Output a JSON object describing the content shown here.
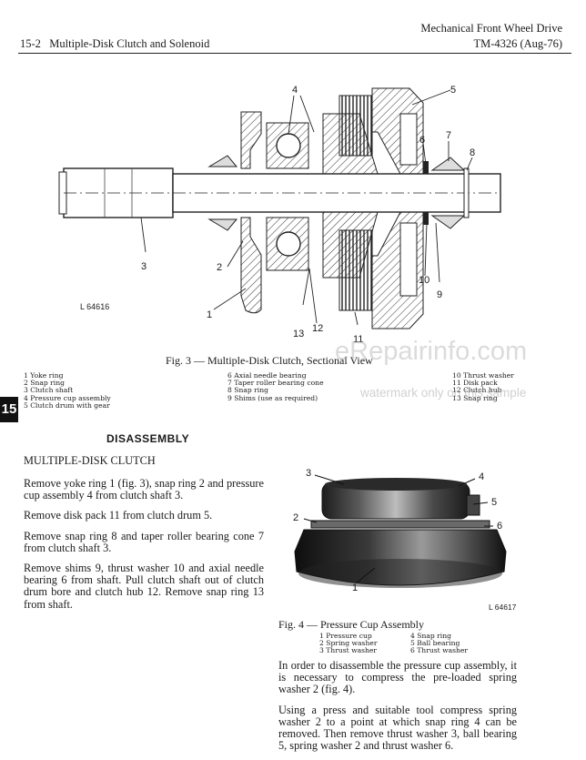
{
  "header": {
    "section": "Mechanical Front Wheel Drive",
    "page_title": "15-2   Multiple-Disk Clutch and Solenoid",
    "manual_id": "TM-4326 (Aug-76)"
  },
  "side_tab": "15",
  "figure3": {
    "image_id": "L 64616",
    "caption": "Fig. 3 — Multiple-Disk Clutch, Sectional View",
    "callouts": [
      "1",
      "2",
      "3",
      "4",
      "5",
      "6",
      "7",
      "8",
      "9",
      "10",
      "11",
      "12",
      "13"
    ],
    "legend_col1": [
      "1  Yoke ring",
      "2  Snap ring",
      "3  Clutch shaft",
      "4  Pressure cup assembly",
      "5  Clutch drum with gear"
    ],
    "legend_col2": [
      "6  Axial needle bearing",
      "7  Taper roller bearing cone",
      "8  Snap ring",
      "9  Shims (use as required)"
    ],
    "legend_col3": [
      "10 Thrust washer",
      "11 Disk pack",
      "12 Clutch hub",
      "13 Snap ring"
    ]
  },
  "disassembly": {
    "heading": "DISASSEMBLY",
    "subheading": "MULTIPLE-DISK CLUTCH",
    "paragraphs": [
      "Remove yoke ring 1 (fig. 3), snap ring 2 and pressure cup assembly 4 from clutch shaft 3.",
      "Remove disk pack 11 from clutch drum 5.",
      "Remove snap ring 8 and taper roller bearing cone 7 from clutch shaft 3.",
      "Remove shims 9, thrust washer 10 and axial needle bearing 6 from shaft. Pull clutch shaft out of clutch drum bore and clutch hub 12. Remove snap ring 13 from shaft."
    ]
  },
  "figure4": {
    "image_id": "L 64617",
    "caption": "Fig. 4 — Pressure Cup Assembly",
    "callouts": [
      "1",
      "2",
      "3",
      "4",
      "5",
      "6"
    ],
    "legend_col1": [
      "1  Pressure cup",
      "2  Spring washer",
      "3  Thrust washer"
    ],
    "legend_col2": [
      "4  Snap ring",
      "5  Ball bearing",
      "6  Thrust washer"
    ]
  },
  "right_text": [
    "In order to disassemble the pressure cup assembly, it is necessary to compress the pre-loaded spring washer 2 (fig. 4).",
    "Using a press and suitable tool compress spring washer 2 to a point at which snap ring 4 can be removed. Then remove thrust washer 3, ball bearing 5, spring washer 2 and thrust washer 6."
  ],
  "watermark": {
    "brand": "eRepairinfo.com",
    "notice": "watermark only on this sample"
  }
}
